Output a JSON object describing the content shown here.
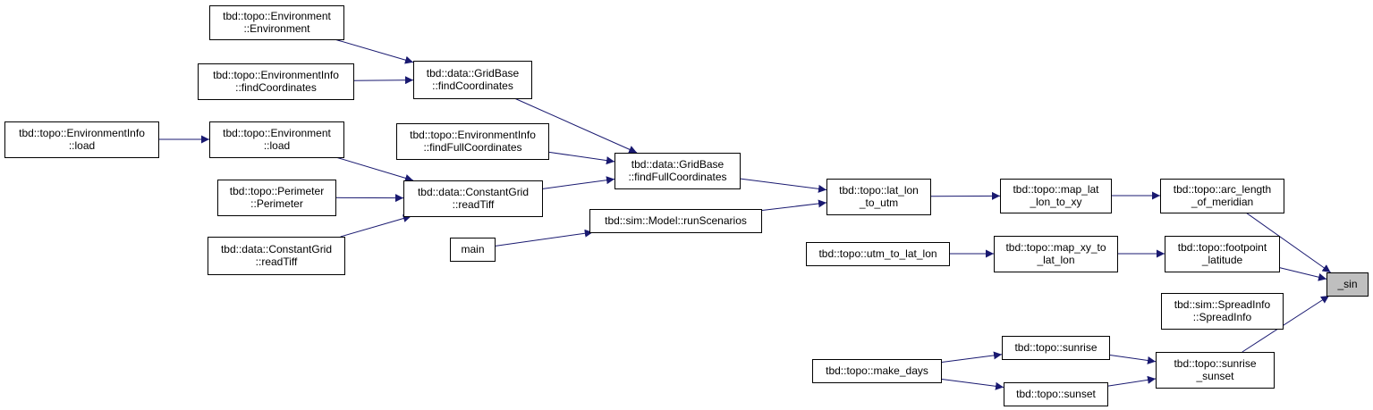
{
  "colors": {
    "edge": "#191970",
    "node_border": "#000000",
    "node_fill": "#ffffff",
    "focus_fill": "#bfbfbf"
  },
  "nodes": {
    "sin": {
      "lines": [
        "_sin"
      ],
      "highlight": true
    },
    "arc_length": {
      "lines": [
        "tbd::topo::arc_length",
        "_of_meridian"
      ]
    },
    "footpoint": {
      "lines": [
        "tbd::topo::footpoint",
        "_latitude"
      ]
    },
    "spreadinfo": {
      "lines": [
        "tbd::sim::SpreadInfo",
        "::SpreadInfo"
      ]
    },
    "sunrise_sunset": {
      "lines": [
        "tbd::topo::sunrise",
        "_sunset"
      ]
    },
    "map_lat_lon": {
      "lines": [
        "tbd::topo::map_lat",
        "_lon_to_xy"
      ]
    },
    "map_xy": {
      "lines": [
        "tbd::topo::map_xy_to",
        "_lat_lon"
      ]
    },
    "sunrise": {
      "lines": [
        "tbd::topo::sunrise"
      ]
    },
    "sunset": {
      "lines": [
        "tbd::topo::sunset"
      ]
    },
    "make_days": {
      "lines": [
        "tbd::topo::make_days"
      ]
    },
    "utm_to_lat_lon": {
      "lines": [
        "tbd::topo::utm_to_lat_lon"
      ]
    },
    "lat_lon_to_utm": {
      "lines": [
        "tbd::topo::lat_lon",
        "_to_utm"
      ]
    },
    "gb_findfull": {
      "lines": [
        "tbd::data::GridBase",
        "::findFullCoordinates"
      ]
    },
    "runscenarios": {
      "lines": [
        "tbd::sim::Model::runScenarios"
      ]
    },
    "main": {
      "lines": [
        "main"
      ]
    },
    "gb_find": {
      "lines": [
        "tbd::data::GridBase",
        "::findCoordinates"
      ]
    },
    "ei_findfull": {
      "lines": [
        "tbd::topo::EnvironmentInfo",
        "::findFullCoordinates"
      ]
    },
    "cg_readtiff": {
      "lines": [
        "tbd::data::ConstantGrid",
        "::readTiff"
      ]
    },
    "env_env": {
      "lines": [
        "tbd::topo::Environment",
        "::Environment"
      ]
    },
    "ei_find": {
      "lines": [
        "tbd::topo::EnvironmentInfo",
        "::findCoordinates"
      ]
    },
    "env_load": {
      "lines": [
        "tbd::topo::Environment",
        "::load"
      ]
    },
    "perimeter": {
      "lines": [
        "tbd::topo::Perimeter",
        "::Perimeter"
      ]
    },
    "cg_readtiff2": {
      "lines": [
        "tbd::data::ConstantGrid",
        "::readTiff"
      ]
    },
    "ei_load": {
      "lines": [
        "tbd::topo::EnvironmentInfo",
        "::load"
      ]
    }
  },
  "edges": [
    [
      "arc_length",
      "sin"
    ],
    [
      "footpoint",
      "sin"
    ],
    [
      "sunrise_sunset",
      "sin"
    ],
    [
      "map_lat_lon",
      "arc_length"
    ],
    [
      "map_xy",
      "footpoint"
    ],
    [
      "sunrise",
      "sunrise_sunset"
    ],
    [
      "sunset",
      "sunrise_sunset"
    ],
    [
      "make_days",
      "sunrise"
    ],
    [
      "make_days",
      "sunset"
    ],
    [
      "utm_to_lat_lon",
      "map_xy"
    ],
    [
      "lat_lon_to_utm",
      "map_lat_lon"
    ],
    [
      "gb_findfull",
      "lat_lon_to_utm"
    ],
    [
      "runscenarios",
      "lat_lon_to_utm"
    ],
    [
      "main",
      "runscenarios"
    ],
    [
      "gb_find",
      "gb_findfull"
    ],
    [
      "ei_findfull",
      "gb_findfull"
    ],
    [
      "cg_readtiff",
      "gb_findfull"
    ],
    [
      "env_env",
      "gb_find"
    ],
    [
      "ei_find",
      "gb_find"
    ],
    [
      "env_load",
      "cg_readtiff"
    ],
    [
      "perimeter",
      "cg_readtiff"
    ],
    [
      "cg_readtiff2",
      "cg_readtiff"
    ],
    [
      "ei_load",
      "env_load"
    ]
  ]
}
